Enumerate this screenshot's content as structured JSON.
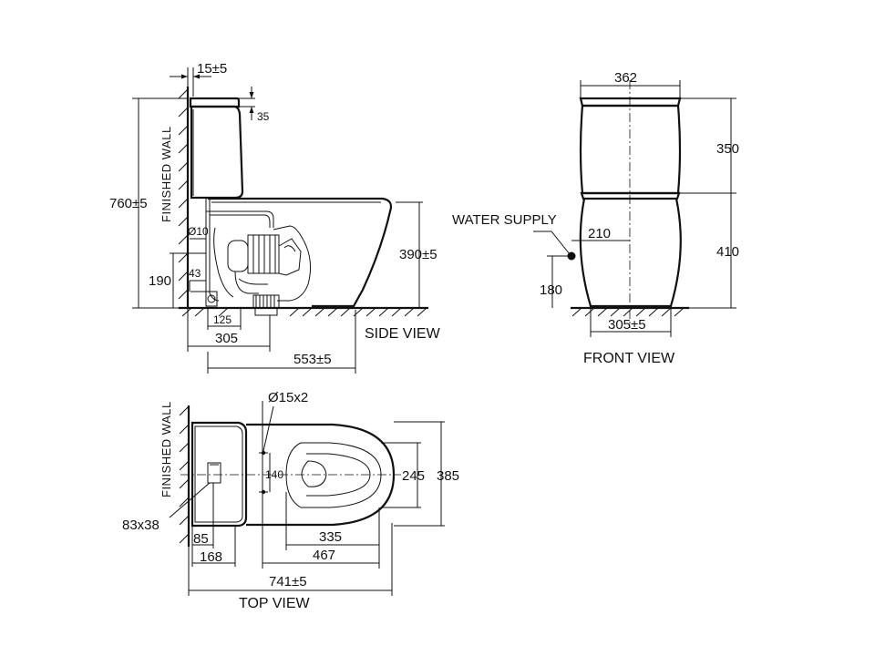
{
  "views": {
    "side": "SIDE VIEW",
    "front": "FRONT VIEW",
    "top": "TOP VIEW"
  },
  "labels": {
    "finished_wall": "FINISHED WALL",
    "water_supply": "WATER SUPPLY"
  },
  "side_dims": {
    "wall_gap": "15±5",
    "lid": "35",
    "height": "760±5",
    "pipe_dia": "Ø10",
    "bowl_height": "390±5",
    "supply_height": "190",
    "supply_offset": "43",
    "outlet_small": "125",
    "outlet": "305",
    "projection": "553±5"
  },
  "front_dims": {
    "width": "362",
    "tank_height": "350",
    "base_height": "410",
    "supply_offset": "210",
    "supply_height": "180",
    "base_width": "305±5"
  },
  "top_dims": {
    "holes": "Ø15x2",
    "hole_spacing": "140",
    "seat_width": "245",
    "width": "385",
    "button": "83x38",
    "a": "85",
    "b": "168",
    "c": "335",
    "d": "467",
    "length": "741±5"
  },
  "colors": {
    "line": "#111111",
    "background": "#ffffff"
  }
}
